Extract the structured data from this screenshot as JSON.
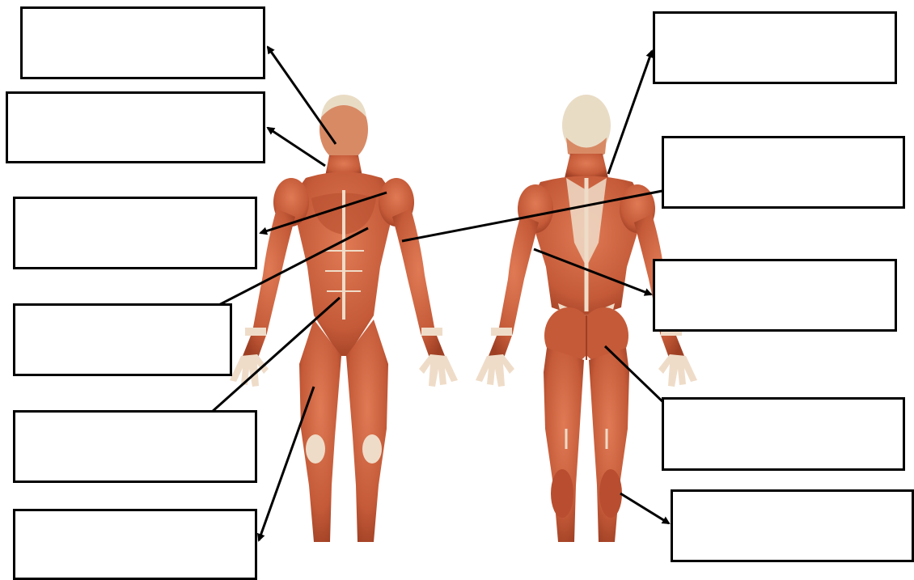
{
  "diagram": {
    "figures": [
      {
        "view": "anterior",
        "icon": "front-muscle-figure"
      },
      {
        "view": "posterior",
        "icon": "back-muscle-figure"
      }
    ],
    "label_boxes": [
      {
        "id": "l1",
        "text": ""
      },
      {
        "id": "l2",
        "text": ""
      },
      {
        "id": "l3",
        "text": ""
      },
      {
        "id": "l4",
        "text": ""
      },
      {
        "id": "l5",
        "text": ""
      },
      {
        "id": "l6",
        "text": ""
      },
      {
        "id": "r1",
        "text": ""
      },
      {
        "id": "r2",
        "text": ""
      },
      {
        "id": "r3",
        "text": ""
      },
      {
        "id": "r4",
        "text": ""
      },
      {
        "id": "r5",
        "text": ""
      }
    ],
    "colors": {
      "muscle": "#c8603e",
      "muscle_dark": "#9e3f24",
      "tendon": "#efdcc8",
      "skull": "#e9dcc5",
      "arrow": "#000000",
      "box_border": "#000000"
    }
  }
}
